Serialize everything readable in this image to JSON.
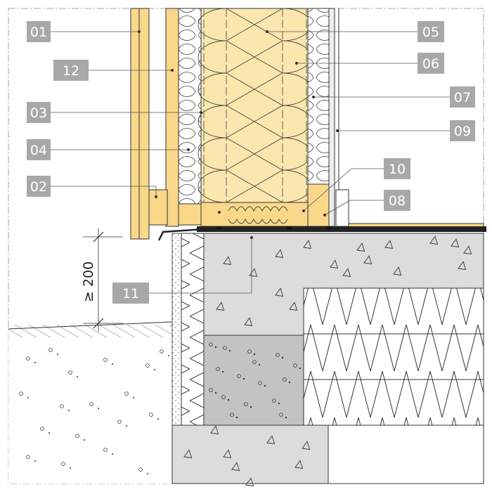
{
  "labels": {
    "l01": "01",
    "l02": "02",
    "l03": "03",
    "l04": "04",
    "l05": "05",
    "l06": "06",
    "l07": "07",
    "l08": "08",
    "l09": "09",
    "l10": "10",
    "l11": "11",
    "l12": "12"
  },
  "dimension": {
    "text": "≥ 200"
  },
  "colors": {
    "wood": "#f9d88a",
    "insulation": "#fbe6ad",
    "concrete": "#dcdcdc",
    "label_box": "#a8a8a8"
  }
}
